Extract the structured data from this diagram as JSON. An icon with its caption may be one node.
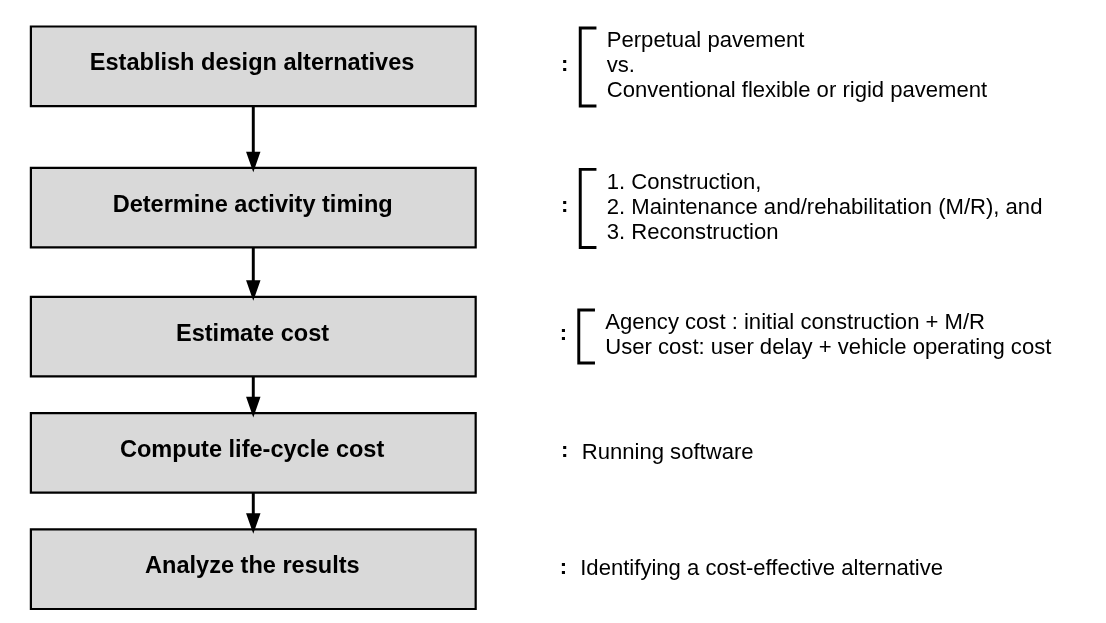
{
  "diagram": {
    "nodes": [
      {
        "text": [
          "Establish design alternatives"
        ],
        "beside": [
          ":",
          "Perpetual pavement",
          "vs.",
          "Conventional flexible or rigid pavement"
        ]
      },
      {
        "text": [
          "Determine activity timing"
        ],
        "beside": [
          ":",
          "1. Construction,",
          "2. Maintenance and/rehabilitation (M/R), and",
          "3. Reconstruction"
        ]
      },
      {
        "text": [
          "Estimate cost"
        ],
        "beside": [
          ":",
          "Agency cost : initial construction + M/R",
          "User cost: user delay + vehicle operating cost"
        ]
      },
      {
        "text": [
          "Compute life-cycle cost"
        ],
        "beside": [
          ":",
          "Running software"
        ]
      },
      {
        "text": [
          "Analyze the results"
        ],
        "beside": [
          ":",
          "Identifying a cost-effective alternative"
        ]
      }
    ],
    "edges": [
      {
        "from": 0,
        "to": 1,
        "arrow": "to"
      },
      {
        "from": 1,
        "to": 2,
        "arrow": "to"
      },
      {
        "from": 2,
        "to": 3,
        "arrow": "to"
      },
      {
        "from": 3,
        "to": 4,
        "arrow": "to"
      }
    ]
  }
}
